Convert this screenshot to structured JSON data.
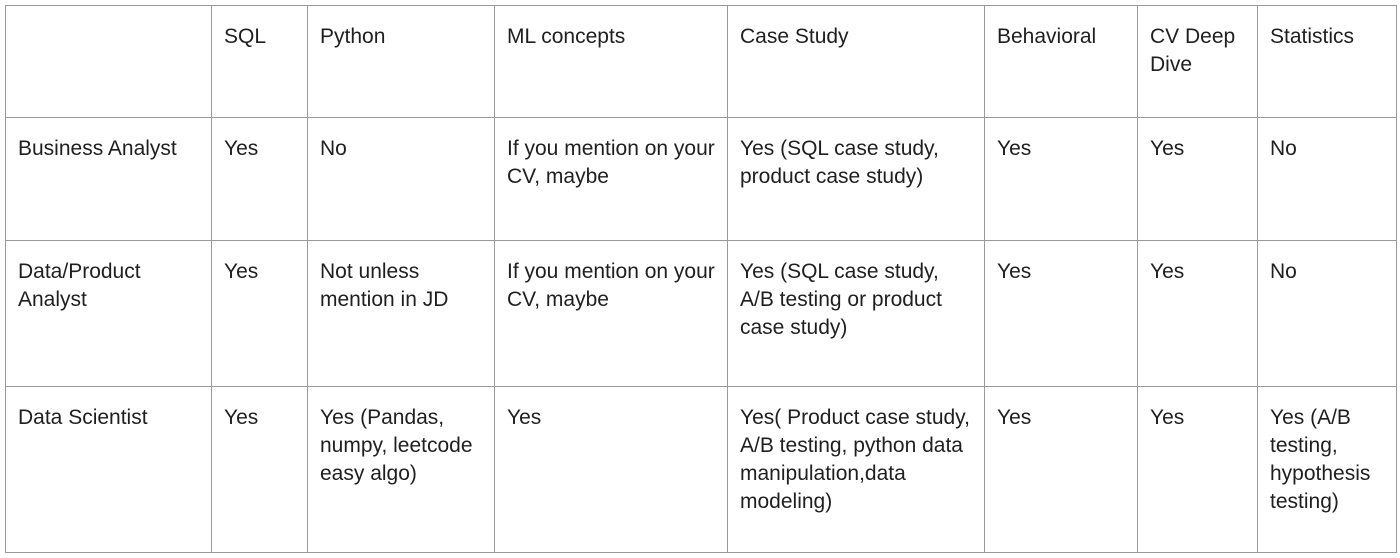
{
  "table": {
    "columns": [
      "",
      "SQL",
      "Python",
      "ML concepts",
      "Case Study",
      "Behavioral",
      "CV Deep Dive",
      "Statistics"
    ],
    "rows": [
      {
        "role": "Business Analyst",
        "cells": [
          "Yes",
          "No",
          "If you mention on your CV, maybe",
          "Yes (SQL case study, product case study)",
          "Yes",
          "Yes",
          "No"
        ]
      },
      {
        "role": "Data/Product Analyst",
        "cells": [
          "Yes",
          "Not unless mention in JD",
          "If you mention on your CV, maybe",
          "Yes (SQL case study, A/B testing or product case study)",
          "Yes",
          "Yes",
          "No"
        ]
      },
      {
        "role": "Data Scientist",
        "cells": [
          "Yes",
          "Yes (Pandas, numpy, leetcode easy algo)",
          "Yes",
          "Yes( Product case study, A/B testing, python data manipulation,data modeling)",
          "Yes",
          "Yes",
          "Yes (A/B testing, hypothesis testing)"
        ]
      }
    ]
  }
}
